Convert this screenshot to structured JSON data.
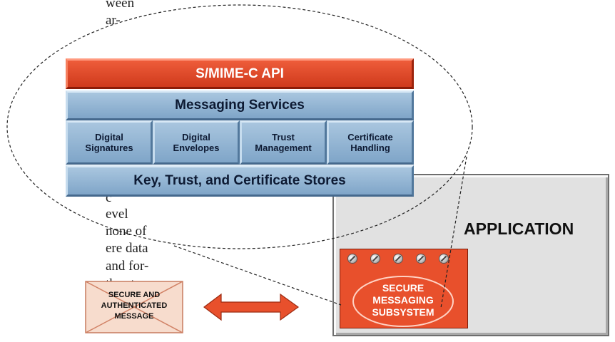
{
  "body_text": {
    "line1": "ween",
    "line2": "ar-",
    "line3": "c",
    "line4": "evel",
    "line5": "none of",
    "line6": "ere data",
    "line7": "and for-",
    "line8": "the stan-"
  },
  "api": {
    "label": "S/MIME-C API"
  },
  "messaging_services": {
    "label": "Messaging Services"
  },
  "services": [
    {
      "line1": "Digital",
      "line2": "Signatures"
    },
    {
      "line1": "Digital",
      "line2": "Envelopes"
    },
    {
      "line1": "Trust",
      "line2": "Management"
    },
    {
      "line1": "Certificate",
      "line2": "Handling"
    }
  ],
  "stores": {
    "label": "Key, Trust, and Certificate Stores"
  },
  "application": {
    "label": "APPLICATION"
  },
  "subsystem": {
    "line1": "SECURE",
    "line2": "MESSAGING",
    "line3": "SUBSYSTEM"
  },
  "message": {
    "line1": "SECURE AND",
    "line2": "AUTHENTICATED",
    "line3": "MESSAGE"
  },
  "colors": {
    "api_red": "#e04a28",
    "layer_blue": "#8fb2d2",
    "application_gray": "#e1e1e1",
    "arrow_orange": "#e8502c",
    "envelope": "#f7dccd"
  }
}
